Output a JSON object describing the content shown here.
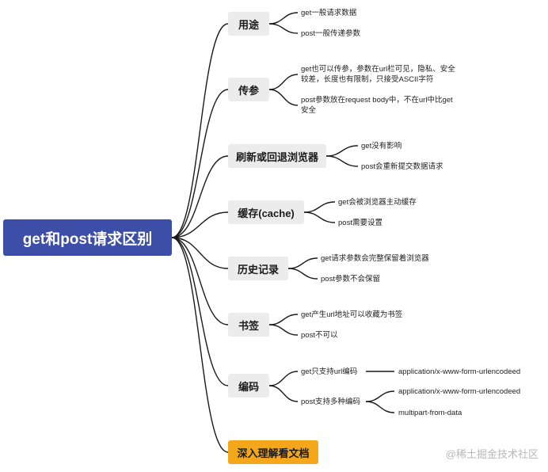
{
  "root": {
    "label": "get和post请求区别"
  },
  "branches": [
    {
      "label": "用途"
    },
    {
      "label": "传参"
    },
    {
      "label": "刷新或回退浏览器"
    },
    {
      "label": "缓存(cache)"
    },
    {
      "label": "历史记录"
    },
    {
      "label": "书签"
    },
    {
      "label": "编码"
    },
    {
      "label": "深入理解看文档"
    }
  ],
  "leaves": {
    "usage_get": "get一般请求数据",
    "usage_post": "post一般传递参数",
    "param_get_1": "get也可以传参，参数在url栏可见，隐私、安全",
    "param_get_2": "较差，长度也有限制，只接受ASCII字符",
    "param_post_1": "post参数放在request body中，不在url中比get",
    "param_post_2": "安全",
    "refresh_get": "get没有影响",
    "refresh_post": "post会重新提交数据请求",
    "cache_get": "get会被浏览器主动缓存",
    "cache_post": "post需要设置",
    "history_get": "get请求参数会完整保留着浏览器",
    "history_post": "post参数不会保留",
    "bookmark_get": "get产生url地址可以收藏为书签",
    "bookmark_post": "post不可以",
    "encode_get": "get只支持url编码",
    "encode_get_type": "application/x-www-form-urlencodeed",
    "encode_post": "post支持多种编码",
    "encode_post_type_1": "application/x-www-form-urlencodeed",
    "encode_post_type_2": "multipart-from-data"
  },
  "watermark": "@稀土掘金技术社区",
  "colors": {
    "root": "#3d4ea8",
    "branch": "#ececec",
    "special": "#f5a71c",
    "line": "#1a1a1a"
  }
}
